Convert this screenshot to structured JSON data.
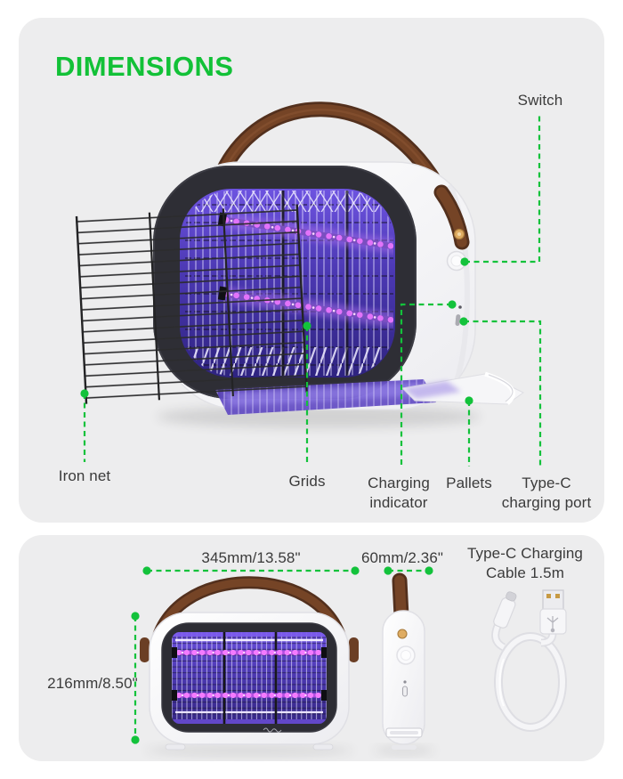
{
  "title": "DIMENSIONS",
  "theme": {
    "accent_green": "#13C23B",
    "panel_bg": "#EDEDEE",
    "label_color": "#3B3B3B",
    "uv_purple": "#5B43C8",
    "led_pink": "#E97BFC",
    "strap_brown": "#6F4128"
  },
  "top_panel": {
    "callouts": {
      "switch": "Switch",
      "iron_net": "Iron net",
      "grids": "Grids",
      "charging_indicator": "Charging indicator",
      "pallets": "Pallets",
      "type_c_port": "Type-C charging port"
    }
  },
  "bottom_panel": {
    "width_label": "345mm/13.58\"",
    "depth_label": "60mm/2.36\"",
    "height_label": "216mm/8.50\"",
    "cable_label": "Type-C Charging Cable 1.5m"
  }
}
